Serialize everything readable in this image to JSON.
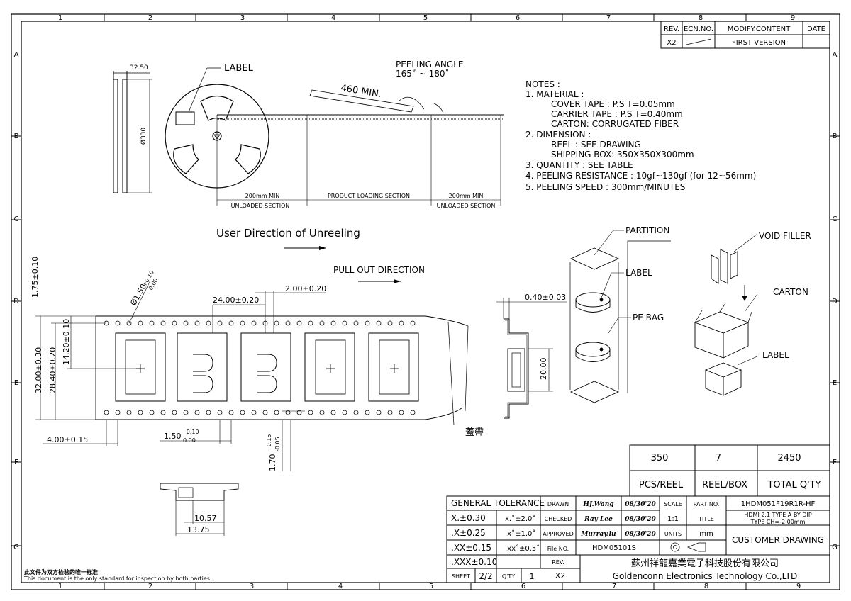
{
  "border": {
    "top_cols": [
      "1",
      "2",
      "3",
      "4",
      "5",
      "6",
      "7",
      "8",
      "9"
    ],
    "bottom_cols": [
      "1",
      "2",
      "3",
      "4",
      "5",
      "6",
      "7",
      "8",
      "9"
    ],
    "rows": [
      "A",
      "B",
      "C",
      "D",
      "E",
      "F",
      "G"
    ]
  },
  "revision_table": {
    "headers": [
      "REV.",
      "ECN.NO.",
      "MODIFY.CONTENT",
      "DATE"
    ],
    "row": {
      "rev": "X2",
      "ecn": "",
      "content": "FIRST VERSION",
      "date": ""
    }
  },
  "reel_view": {
    "label": "LABEL",
    "width_dim": "32.50",
    "diameter_dim": "Ø330",
    "peeling_title": "PEELING ANGLE",
    "peeling_range": "165˚ ~ 180˚",
    "min_length": "460 MIN.",
    "sections": [
      {
        "top": "200mm MIN",
        "bottom": "UNLOADED SECTION"
      },
      {
        "top": "PRODUCT LOADING SECTION",
        "bottom": ""
      },
      {
        "top": "200mm MIN",
        "bottom": "UNLOADED SECTION"
      }
    ]
  },
  "notes": [
    "NOTES :",
    "1. MATERIAL :",
    "COVER TAPE : P.S T=0.05mm",
    "CARRIER TAPE : P.S T=0.40mm",
    "CARTON: CORRUGATED FIBER",
    "2. DIMENSION :",
    "REEL : SEE DRAWING",
    "SHIPPING BOX: 350X350X300mm",
    "3. QUANTITY : SEE TABLE",
    "4. PEELING RESISTANCE : 10gf~130gf (for 12~56mm)",
    "5. PEELING SPEED : 300mm/MINUTES"
  ],
  "tape_view": {
    "user_direction": "User Direction of Unreeling",
    "pull_out": "PULL OUT DIRECTION",
    "dims": {
      "top_pitch": "2.00±0.20",
      "pocket_pitch": "24.00±0.20",
      "hole_dia": "Ø1.50",
      "hole_tol_plus": "+0.10",
      "hole_tol_minus": "0.00",
      "edge_to_hole": "1.75±0.10",
      "hole_to_center": "14.20±0.10",
      "tape_width": "32.00±0.30",
      "pitch_span": "28.40±0.20",
      "sprocket_pitch": "4.00±0.15",
      "pocket_base": "1.50",
      "pocket_base_plus": "+0.10",
      "pocket_base_minus": "0.00",
      "depth": "1.70",
      "depth_plus": "+0.15",
      "depth_minus": "-0.05",
      "thickness": "0.40±0.03",
      "pocket_depth": "20.00",
      "part_width_a": "10.57",
      "part_width_b": "13.75"
    },
    "cover_tape_label": "蓋帶"
  },
  "packing": {
    "partition": "PARTITION",
    "label1": "LABEL",
    "pe_bag": "PE BAG",
    "void_filler": "VOID FILLER",
    "carton": "CARTON",
    "label2": "LABEL"
  },
  "quantity_table": {
    "values": [
      "350",
      "7",
      "2450"
    ],
    "headers": [
      "PCS/REEL",
      "REEL/BOX",
      "TOTAL Q'TY"
    ]
  },
  "title_block": {
    "general_tolerance": "GENERAL TOLERANCE",
    "tol_rows": [
      {
        "a": "X.±0.30",
        "b": "x.˚±2.0˚"
      },
      {
        "a": ".X±0.25",
        "b": ".x˚±1.0˚"
      },
      {
        "a": ".XX±0.15",
        "b": ".xx˚±0.5˚"
      },
      {
        "a": ".XXX±0.10",
        "b": ""
      }
    ],
    "drawn_label": "DRAWN",
    "drawn_by": "HJ.Wang",
    "drawn_date": "08/30'20",
    "checked_label": "CHECKED",
    "checked_by": "Ray Lee",
    "checked_date": "08/30'20",
    "approved_label": "APPROVED",
    "approved_by": "Murray.lu",
    "approved_date": "08/30'20",
    "file_label": "File NO.",
    "file_no": "HDM05101S",
    "rev_label": "REV.",
    "rev": "X2",
    "scale_label": "SCALE",
    "scale": "1:1",
    "units_label": "UNITS",
    "units": "mm",
    "part_no_label": "PART NO.",
    "part_no": "1HDM051F19R1R-HF",
    "title_label": "TITLE",
    "title_line1": "HDMI 2.1 TYPE A BY DIP",
    "title_line2": "TYPE CH=-2.00mm",
    "customer_drawing": "CUSTOMER DRAWING",
    "sheet_label": "SHEET",
    "sheet": "2/2",
    "qty_label": "Q'TY",
    "qty": "1",
    "company_cn": "蘇州祥龍嘉業電子科技股份有限公司",
    "company_en": "Goldenconn Electronics Technology Co.,LTD"
  },
  "footer": {
    "cn": "此文件为双方检验的唯一标准",
    "en": "This document is the only standard for inspection by both parties."
  }
}
